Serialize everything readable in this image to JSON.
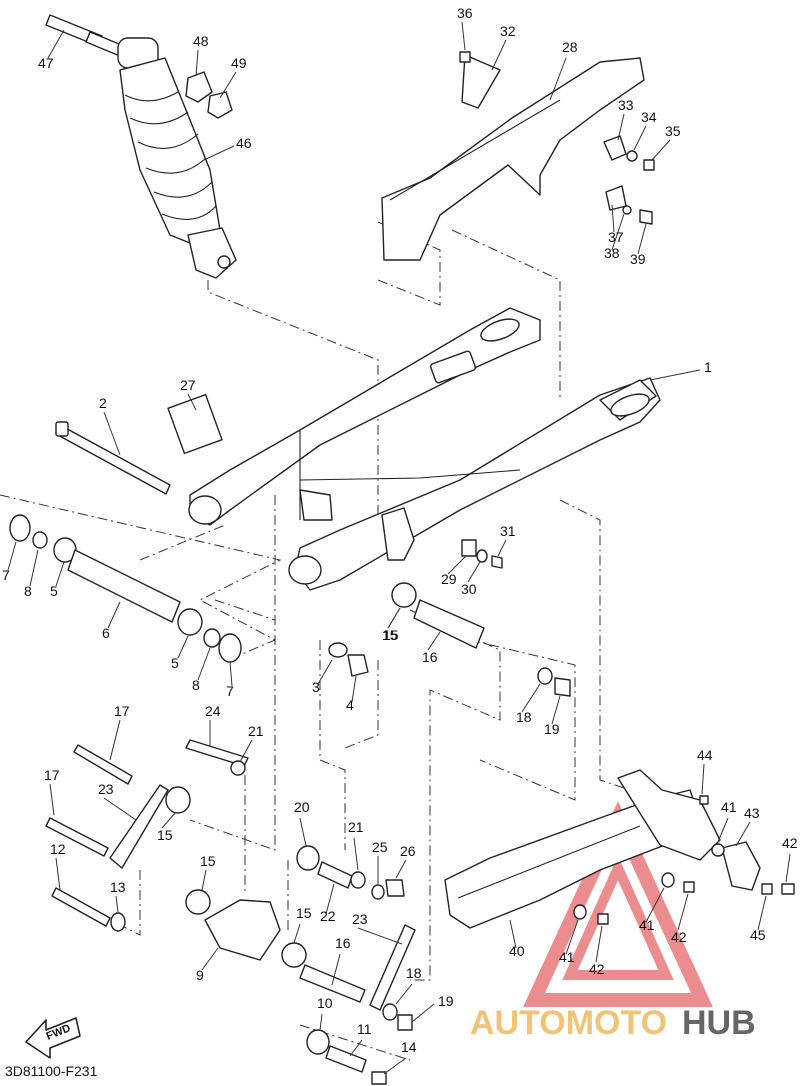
{
  "diagram": {
    "code": "3D81100-F231",
    "fwd_label": "FWD",
    "watermark": {
      "part_a": "AUTOMOTO",
      "part_b": "HUB",
      "color_a": "#f0c27a",
      "color_b": "#666666",
      "triangle_color": "#e8797a"
    },
    "callouts": [
      {
        "n": "1"
      },
      {
        "n": "2"
      },
      {
        "n": "3"
      },
      {
        "n": "4"
      },
      {
        "n": "5"
      },
      {
        "n": "5"
      },
      {
        "n": "6"
      },
      {
        "n": "7"
      },
      {
        "n": "7"
      },
      {
        "n": "8"
      },
      {
        "n": "8"
      },
      {
        "n": "9"
      },
      {
        "n": "10"
      },
      {
        "n": "11"
      },
      {
        "n": "12"
      },
      {
        "n": "13"
      },
      {
        "n": "14"
      },
      {
        "n": "15"
      },
      {
        "n": "15"
      },
      {
        "n": "15"
      },
      {
        "n": "15"
      },
      {
        "n": "15"
      },
      {
        "n": "16"
      },
      {
        "n": "16"
      },
      {
        "n": "17"
      },
      {
        "n": "17"
      },
      {
        "n": "18"
      },
      {
        "n": "18"
      },
      {
        "n": "19"
      },
      {
        "n": "19"
      },
      {
        "n": "20"
      },
      {
        "n": "21"
      },
      {
        "n": "21"
      },
      {
        "n": "22"
      },
      {
        "n": "23"
      },
      {
        "n": "23"
      },
      {
        "n": "24"
      },
      {
        "n": "25"
      },
      {
        "n": "26"
      },
      {
        "n": "27"
      },
      {
        "n": "28"
      },
      {
        "n": "29"
      },
      {
        "n": "30"
      },
      {
        "n": "31"
      },
      {
        "n": "32"
      },
      {
        "n": "33"
      },
      {
        "n": "34"
      },
      {
        "n": "35"
      },
      {
        "n": "36"
      },
      {
        "n": "37"
      },
      {
        "n": "38"
      },
      {
        "n": "39"
      },
      {
        "n": "40"
      },
      {
        "n": "41"
      },
      {
        "n": "41"
      },
      {
        "n": "41"
      },
      {
        "n": "42"
      },
      {
        "n": "42"
      },
      {
        "n": "42"
      },
      {
        "n": "43"
      },
      {
        "n": "44"
      },
      {
        "n": "45"
      },
      {
        "n": "46"
      },
      {
        "n": "47"
      },
      {
        "n": "48"
      },
      {
        "n": "49"
      }
    ]
  }
}
